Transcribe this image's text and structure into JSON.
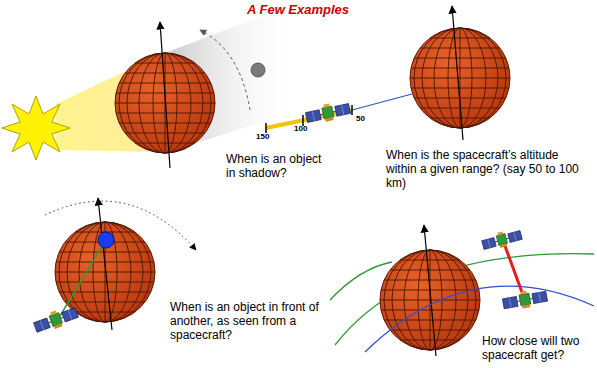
{
  "diagram": {
    "title": "A Few Examples",
    "labels": [
      "150",
      "100",
      "50",
      "When is an object in shadow?",
      "When is the spacecraft’s altitude within a given range?  (say 50 to 100 km)",
      "When is an object in front of another, as seen from a spacecraft?",
      "How close will two spacecraft get?"
    ]
  }
}
